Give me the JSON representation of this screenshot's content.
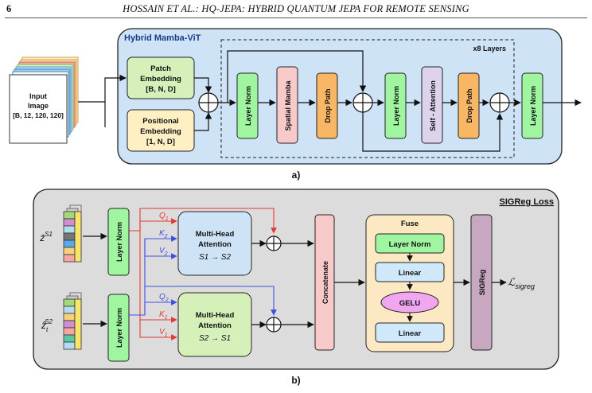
{
  "header": {
    "page_number": "6",
    "running_title": "HOSSAIN ET AL.: HQ-JEPA: HYBRID QUANTUM JEPA FOR REMOTE SENSING"
  },
  "figure_a": {
    "title": "Hybrid Mamba-ViT",
    "input": {
      "line1": "Input",
      "line2": "Image",
      "line3": "[B, 12, 120, 120]"
    },
    "patch": {
      "line1": "Patch",
      "line2": "Embedding",
      "line3": "[B, N, D]"
    },
    "positional": {
      "line1": "Positional",
      "line2": "Embedding",
      "line3": "[1, N, D]"
    },
    "layers_label": "x8 Layers",
    "blocks": [
      "Layer Norm",
      "Spatial Mamba",
      "Drop Path",
      "Layer Norm",
      "Self - Attention",
      "Drop Path"
    ],
    "final_norm": "Layer Norm",
    "caption": "a)"
  },
  "figure_b": {
    "title": "SIGReg Loss",
    "input_top": "z̄",
    "input_top_sup": "S1",
    "input_bottom": "ẑ",
    "input_bottom_sub": "t",
    "input_bottom_sup": "S2",
    "norm_top": "Layer Norm",
    "norm_bottom": "Layer Norm",
    "q1": "Q",
    "q1_sub": "1",
    "k2": "K",
    "k2_sub": "2",
    "v2": "V",
    "v2_sub": "2",
    "q2": "Q",
    "q2_sub": "2",
    "k1": "K",
    "k1_sub": "1",
    "v1": "V",
    "v1_sub": "1",
    "mha_top": {
      "line1": "Multi-Head",
      "line2": "Attention",
      "line3": "S1 → S2"
    },
    "mha_bottom": {
      "line1": "Multi-Head",
      "line2": "Attention",
      "line3": "S2 → S1"
    },
    "concat": "Concatenate",
    "fuse": {
      "title": "Fuse",
      "layer_norm": "Layer Norm",
      "linear1": "Linear",
      "gelu": "GELU",
      "linear2": "Linear"
    },
    "sigreg": "SIGReg",
    "loss": "ℒ",
    "loss_sub": "sigreg",
    "caption": "b)"
  },
  "colors": {
    "panel_a": "#cfe3f7",
    "panel_b": "#dcdcdc",
    "green": "#9ff5a0",
    "pink": "#f8c9c9",
    "orange": "#f9b664",
    "lavender": "#ddd3ec",
    "patch_green": "#d5f0b8",
    "pos_yellow": "#fff0c4",
    "red_arrow": "#e53935",
    "blue_arrow": "#3f4fe0"
  }
}
